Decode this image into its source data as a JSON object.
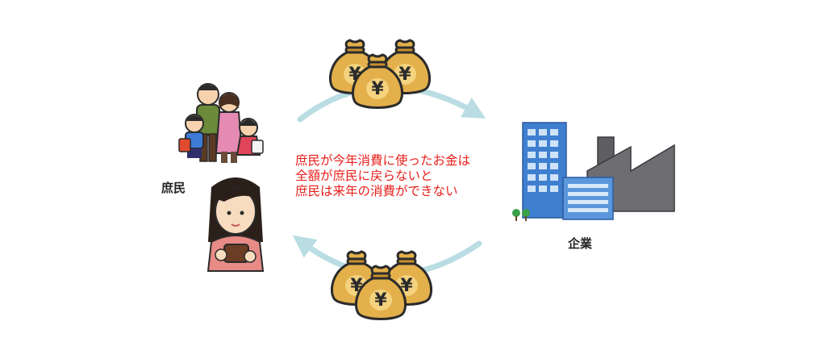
{
  "labels": {
    "people": "庶民",
    "company": "企業"
  },
  "caption": {
    "lines": [
      "庶民が今年消費に使ったお金は",
      "全額が庶民に戻らないと",
      "庶民は来年の消費ができない"
    ]
  },
  "icons": {
    "money_bag_symbol": "¥",
    "people_group": "family-icon",
    "wallet_woman": "woman-wallet-icon",
    "company": "building-factory-icon",
    "money_top": "money-bags-icon",
    "money_bottom": "money-bags-icon"
  },
  "colors": {
    "arrow": "#b9dde3",
    "caption_text": "#e8201c",
    "bag": "#e3b04b",
    "bag_outline": "#2b2b2b"
  }
}
